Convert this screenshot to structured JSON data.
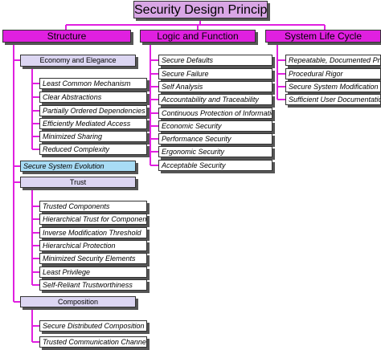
{
  "colors": {
    "root_fill": "#d9a6e6",
    "category_fill": "#e020e0",
    "connector": "#e020e0",
    "group_fill": "#dcd6f2",
    "highlight_fill": "#a8dcf5",
    "leaf_fill": "#ffffff"
  },
  "root": {
    "label": "Security Design Principles"
  },
  "categories": [
    {
      "label": "Structure",
      "groups": [
        {
          "label": "Economy and Elegance",
          "items": [
            "Least Common Mechanism",
            "Clear Abstractions",
            "Partially Ordered Dependencies",
            "Efficiently Mediated Access",
            "Minimized Sharing",
            "Reduced Complexity"
          ]
        },
        {
          "label": "Secure System Evolution",
          "items": []
        },
        {
          "label": "Trust",
          "items": [
            "Trusted Components",
            "Hierarchical Trust for Components",
            "Inverse Modification Threshold",
            "Hierarchical Protection",
            "Minimized Security Elements",
            "Least Privilege",
            "Self-Reliant Trustworthiness"
          ]
        },
        {
          "label": "Composition",
          "items": [
            "Secure Distributed Composition",
            "Trusted Communication Channels"
          ]
        }
      ]
    },
    {
      "label": "Logic and Function",
      "items": [
        "Secure Defaults",
        "Secure Failure",
        "Self Analysis",
        "Accountability and Traceability",
        "Continuous Protection of Information",
        "Economic Security",
        "Performance Security",
        "Ergonomic Security",
        "Acceptable Security"
      ]
    },
    {
      "label": "System Life Cycle",
      "items": [
        "Repeatable, Documented Procedures",
        "Procedural Rigor",
        "Secure System Modification",
        "Sufficient User Documentation"
      ]
    }
  ]
}
